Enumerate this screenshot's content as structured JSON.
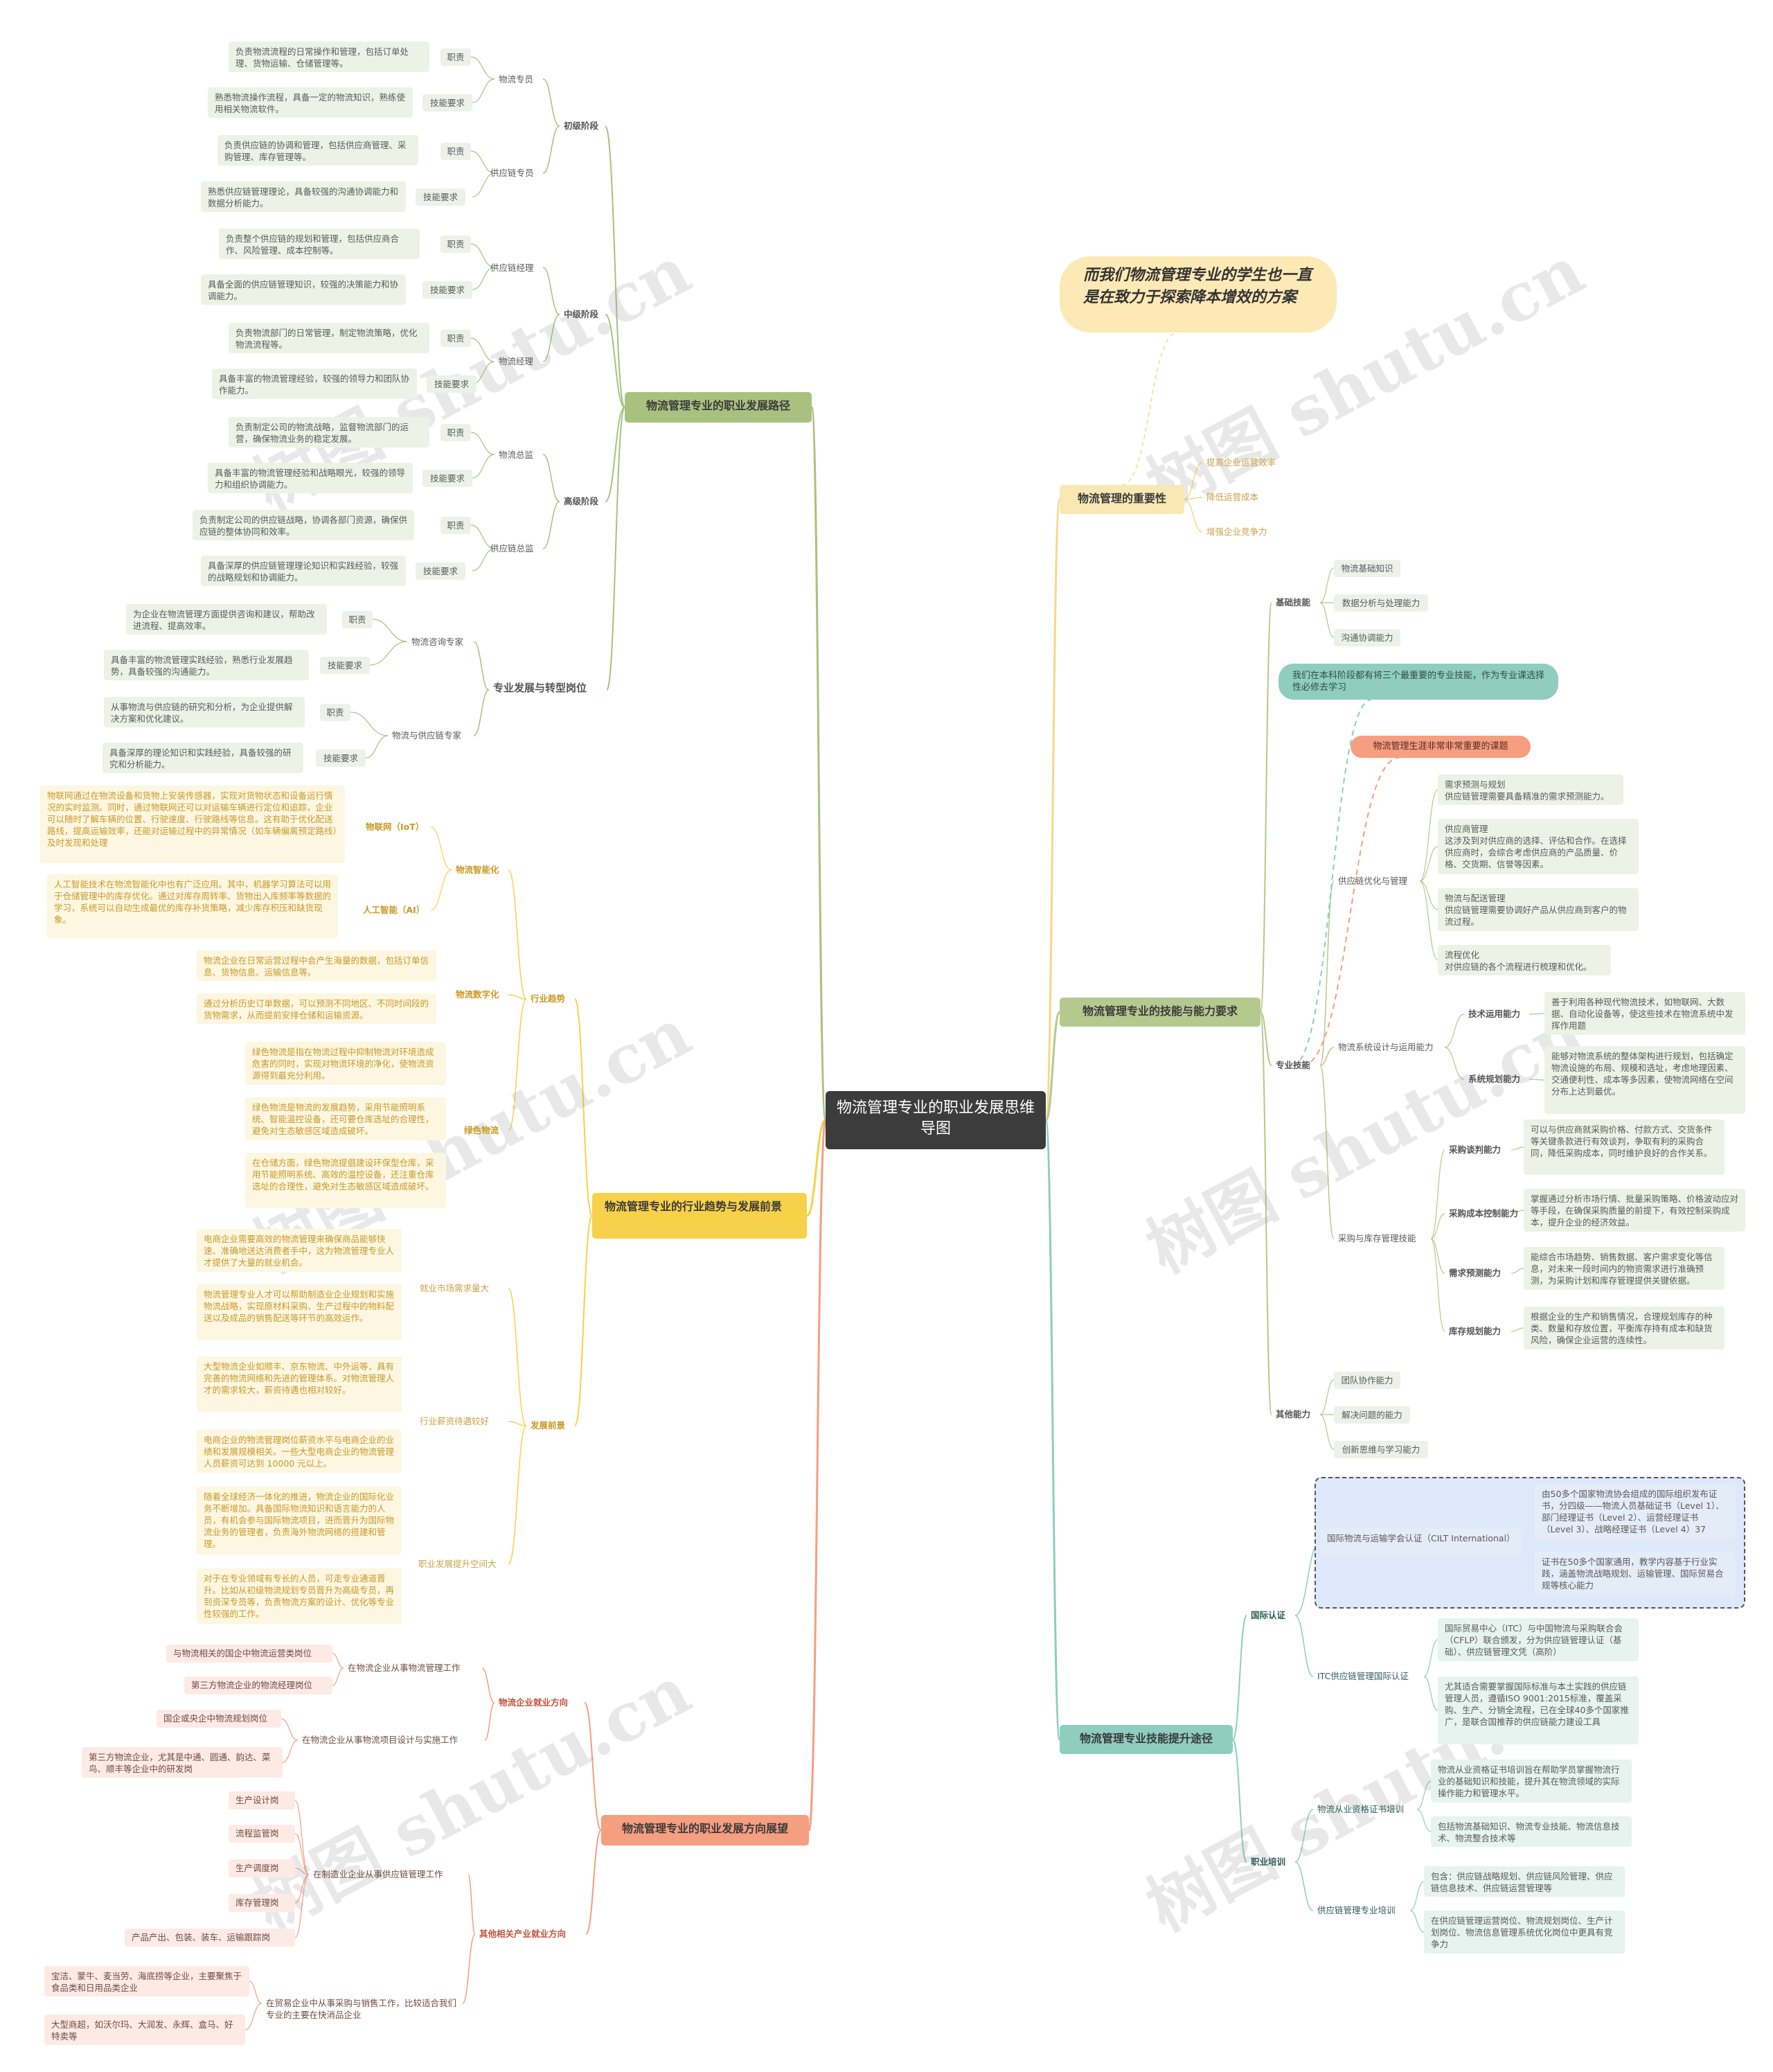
{
  "center": {
    "title": "物流管理专业的职业发展思维导图"
  },
  "watermark": "树图 shutu.cn",
  "main_nodes": {
    "career_path": "物流管理专业的职业发展路径",
    "trends": "物流管理专业的行业趋势与发展前景",
    "direction": "物流管理专业的职业发展方向展望",
    "importance": "物流管理的重要性",
    "skills": "物流管理专业的技能与能力要求",
    "improve": "物流管理专业技能提升途径"
  },
  "career_path": {
    "stages": [
      "初级阶段",
      "中级阶段",
      "高级阶段",
      "专业发展与转型岗位"
    ],
    "roles": [
      "物流专员",
      "供应链专员",
      "供应链经理",
      "物流经理",
      "物流总监",
      "供应链总监",
      "物流咨询专家",
      "物流与供应链专家"
    ],
    "duty": "职责",
    "req": "技能要求",
    "texts": [
      "负责物流流程的日常操作和管理，包括订单处理、货物运输、仓储管理等。",
      "熟悉物流操作流程，具备一定的物流知识，熟练使用相关物流软件。",
      "负责供应链的协调和管理，包括供应商管理、采购管理、库存管理等。",
      "熟悉供应链管理理论，具备较强的沟通协调能力和数据分析能力。",
      "负责整个供应链的规划和管理，包括供应商合作、风险管理、成本控制等。",
      "具备全面的供应链管理知识，较强的决策能力和协调能力。",
      "负责物流部门的日常管理，制定物流策略，优化物流流程等。",
      "具备丰富的物流管理经验，较强的领导力和团队协作能力。",
      "负责制定公司的物流战略，监督物流部门的运营，确保物流业务的稳定发展。",
      "具备丰富的物流管理经验和战略眼光，较强的领导力和组织协调能力。",
      "负责制定公司的供应链战略，协调各部门资源，确保供应链的整体协同和效率。",
      "具备深厚的供应链管理理论知识和实践经验，较强的战略规划和协调能力。",
      "为企业在物流管理方面提供咨询和建议，帮助改进流程、提高效率。",
      "具备丰富的物流管理实践经验，熟悉行业发展趋势，具备较强的沟通能力。",
      "从事物流与供应链的研究和分析，为企业提供解决方案和优化建议。",
      "具备深厚的理论知识和实践经验，具备较强的研究和分析能力。"
    ]
  },
  "trends": {
    "trend": "行业趋势",
    "prospect": "发展前景",
    "smart": "物流智能化",
    "iot": "物联网（IoT）",
    "ai": "人工智能（AI）",
    "digital": "物流数字化",
    "green": "绿色物流",
    "demand": "就业市场需求量大",
    "salary": "行业薪资待遇较好",
    "space": "职业发展提升空间大",
    "texts": [
      "物联网通过在物流设备和货物上安装传感器，实现对货物状态和设备运行情况的实时监测。同时，通过物联网还可以对运输车辆进行定位和追踪，企业可以随时了解车辆的位置、行驶速度、行驶路线等信息。这有助于优化配送路线，提高运输效率，还能对运输过程中的异常情况（如车辆偏离预定路线）及时发现和处理",
      "人工智能技术在物流智能化中也有广泛应用。其中，机器学习算法可以用于仓储管理中的库存优化。通过对库存周转率、货物出入库频率等数据的学习，系统可以自动生成最优的库存补货策略，减少库存积压和缺货现象。",
      "物流企业在日常运营过程中会产生海量的数据，包括订单信息、货物信息、运输信息等。",
      "通过分析历史订单数据，可以预测不同地区、不同时间段的货物需求，从而提前安排仓储和运输资源。",
      "绿色物流是指在物流过程中抑制物流对环境造成危害的同时，实现对物流环境的净化，使物流资源得到最充分利用。",
      "绿色物流是物流的发展趋势，采用节能照明系统、智能温控设备，还可要仓库选址的合理性，避免对生态敏感区域造成破坏。",
      "在仓储方面，绿色物流提倡建设环保型仓库，采用节能照明系统、高效的温控设备，还注重仓库选址的合理性，避免对生态敏感区域造成破坏。",
      "电商企业需要高效的物流管理来确保商品能够快速、准确地送达消费者手中，这为物流管理专业人才提供了大量的就业机会。",
      "物流管理专业人才可以帮助制造业企业规划和实施物流战略，实现原材料采购、生产过程中的物料配送以及成品的销售配送等环节的高效运作。",
      "大型物流企业如顺丰、京东物流、中外运等，具有完善的物流网络和先进的管理体系。对物流管理人才的需求较大，薪资待遇也相对较好。",
      "电商企业的物流管理岗位薪资水平与电商企业的业绩和发展规模相关。一些大型电商企业的物流管理人员薪资可达到 10000 元以上。",
      "随着全球经济一体化的推进，物流企业的国际化业务不断增加。具备国际物流知识和语言能力的人员，有机会参与国际物流项目，进而晋升为国际物流业务的管理者，负责海外物流网络的搭建和管理。",
      "对于在专业领域有专长的人员，可走专业通道晋升。比如从初级物流规划专员晋升为高级专员，再到资深专员等，负责物流方案的设计、优化等专业性较强的工作。"
    ]
  },
  "direction": {
    "logistics_jobs": "物流企业就业方向",
    "other_jobs": "其他相关产业就业方向",
    "op_mgmt": "在物流企业从事物流管理工作",
    "op_items": [
      "与物流相关的国企中物流运营类岗位",
      "第三方物流企业的物流经理岗位"
    ],
    "proj": "在物流企业从事物流项目设计与实施工作",
    "proj_items": [
      "国企或央企中物流规划岗位",
      "第三方物流企业，尤其是中通、圆通、韵达、菜鸟、顺丰等企业中的研发岗"
    ],
    "mfg": "在制造业企业从事供应链管理工作",
    "mfg_items": [
      "生产设计岗",
      "流程监管岗",
      "生产调度岗",
      "库存管理岗",
      "产品产出、包装、装车、运输跟踪岗"
    ],
    "trade": "在贸易企业中从事采购与销售工作，比较适合我们专业的主要在快消品企业",
    "trade_items": [
      "宝洁、蒙牛、麦当劳、海底捞等企业，主要聚焦于食品类和日用品类企业",
      "大型商超，如沃尔玛、大润发、永辉、盒马、好特卖等"
    ]
  },
  "importance": {
    "bubble": "而我们物流管理专业的学生也一直是在致力于探索降本增效的方案",
    "items": [
      "提高企业运营效率",
      "降低运营成本",
      "增强企业竞争力"
    ]
  },
  "skills": {
    "basic": "基础技能",
    "basic_items": [
      "物流基础知识",
      "数据分析与处理能力",
      "沟通协调能力"
    ],
    "pro": "专业技能",
    "pro_note": "我们在本科阶段都有将三个最重要的专业技能，作为专业课选择性必修去学习",
    "red_note": "物流管理生涯非常非常重要的课题",
    "supply": "供应链优化与管理",
    "supply_items": [
      "需求预测与规划\n供应链管理需要具备精准的需求预测能力。",
      "供应商管理\n这涉及到对供应商的选择、评估和合作。在选择供应商时，会综合考虑供应商的产品质量、价格、交货期、信誉等因素。",
      "物流与配送管理\n供应链管理需要协调好产品从供应商到客户的物流过程。",
      "流程优化\n对供应链的各个流程进行梳理和优化。"
    ],
    "design": "物流系统设计与运用能力",
    "tech": "技术运用能力",
    "tech_text": "善于利用各种现代物流技术，如物联网、大数据、自动化设备等，使这些技术在物流系统中发挥作用题",
    "plan": "系统规划能力",
    "plan_text": "能够对物流系统的整体架构进行规划，包括确定物流设施的布局、规模和选址，考虑地理因素、交通便利性、成本等多因素，使物流网络在空间分布上达到最优。",
    "purchase": "采购与库存管理技能",
    "purchase_items": [
      "采购谈判能力",
      "采购成本控制能力",
      "需求预测能力",
      "库存规划能力"
    ],
    "purchase_texts": [
      "可以与供应商就采购价格、付款方式、交货条件等关键条款进行有效谈判，争取有利的采购合同，降低采购成本，同时维护良好的合作关系。",
      "掌握通过分析市场行情、批量采购策略、价格波动应对等手段，在确保采购质量的前提下，有效控制采购成本，提升企业的经济效益。",
      "能综合市场趋势、销售数据、客户需求变化等信息，对未来一段时间内的物资需求进行准确预测，为采购计划和库存管理提供关键依据。",
      "根据企业的生产和销售情况，合理规划库存的种类、数量和存放位置，平衡库存持有成本和缺货风险，确保企业运营的连续性。"
    ],
    "other": "其他能力",
    "other_items": [
      "团队协作能力",
      "解决问题的能力",
      "创新思维与学习能力"
    ]
  },
  "improve": {
    "cert": "国际认证",
    "cilt": "国际物流与运输学会认证（CILT International）",
    "cilt_texts": [
      "由50多个国家物流协会组成的国际组织发布证书，分四级——物流人员基础证书（Level 1）、部门经理证书（Level 2）、运营经理证书（Level 3）、战略经理证书（Level 4）37",
      "证书在50多个国家通用，教学内容基于行业实践，涵盖物流战略规划、运输管理、国际贸易合规等核心能力"
    ],
    "itc": "ITC供应链管理国际认证",
    "itc_texts": [
      "国际贸易中心（ITC）与中国物流与采购联合会（CFLP）联合颁发，分为供应链管理认证（基础）、供应链管理文凭（高阶）",
      "尤其适合需要掌握国际标准与本土实践的供应链管理人员，遵循ISO 9001:2015标准，覆盖采购、生产、分销全流程，已在全球40多个国家推广，是联合国推荐的供应链能力建设工具"
    ],
    "training": "职业培训",
    "qual": "物流从业资格证书培训",
    "qual_texts": [
      "物流从业资格证书培训旨在帮助学员掌握物流行业的基础知识和技能，提升其在物流领域的实际操作能力和管理水平。",
      "包括物流基础知识、物流专业技能、物流信息技术、物流整合技术等"
    ],
    "scm": "供应链管理专业培训",
    "scm_texts": [
      "包含：供应链战略规划、供应链风险管理、供应链信息技术、供应链运营管理等",
      "在供应链管理运营岗位、物流规划岗位、生产计划岗位、物流信息管理系统优化岗位中更具有竞争力"
    ]
  }
}
